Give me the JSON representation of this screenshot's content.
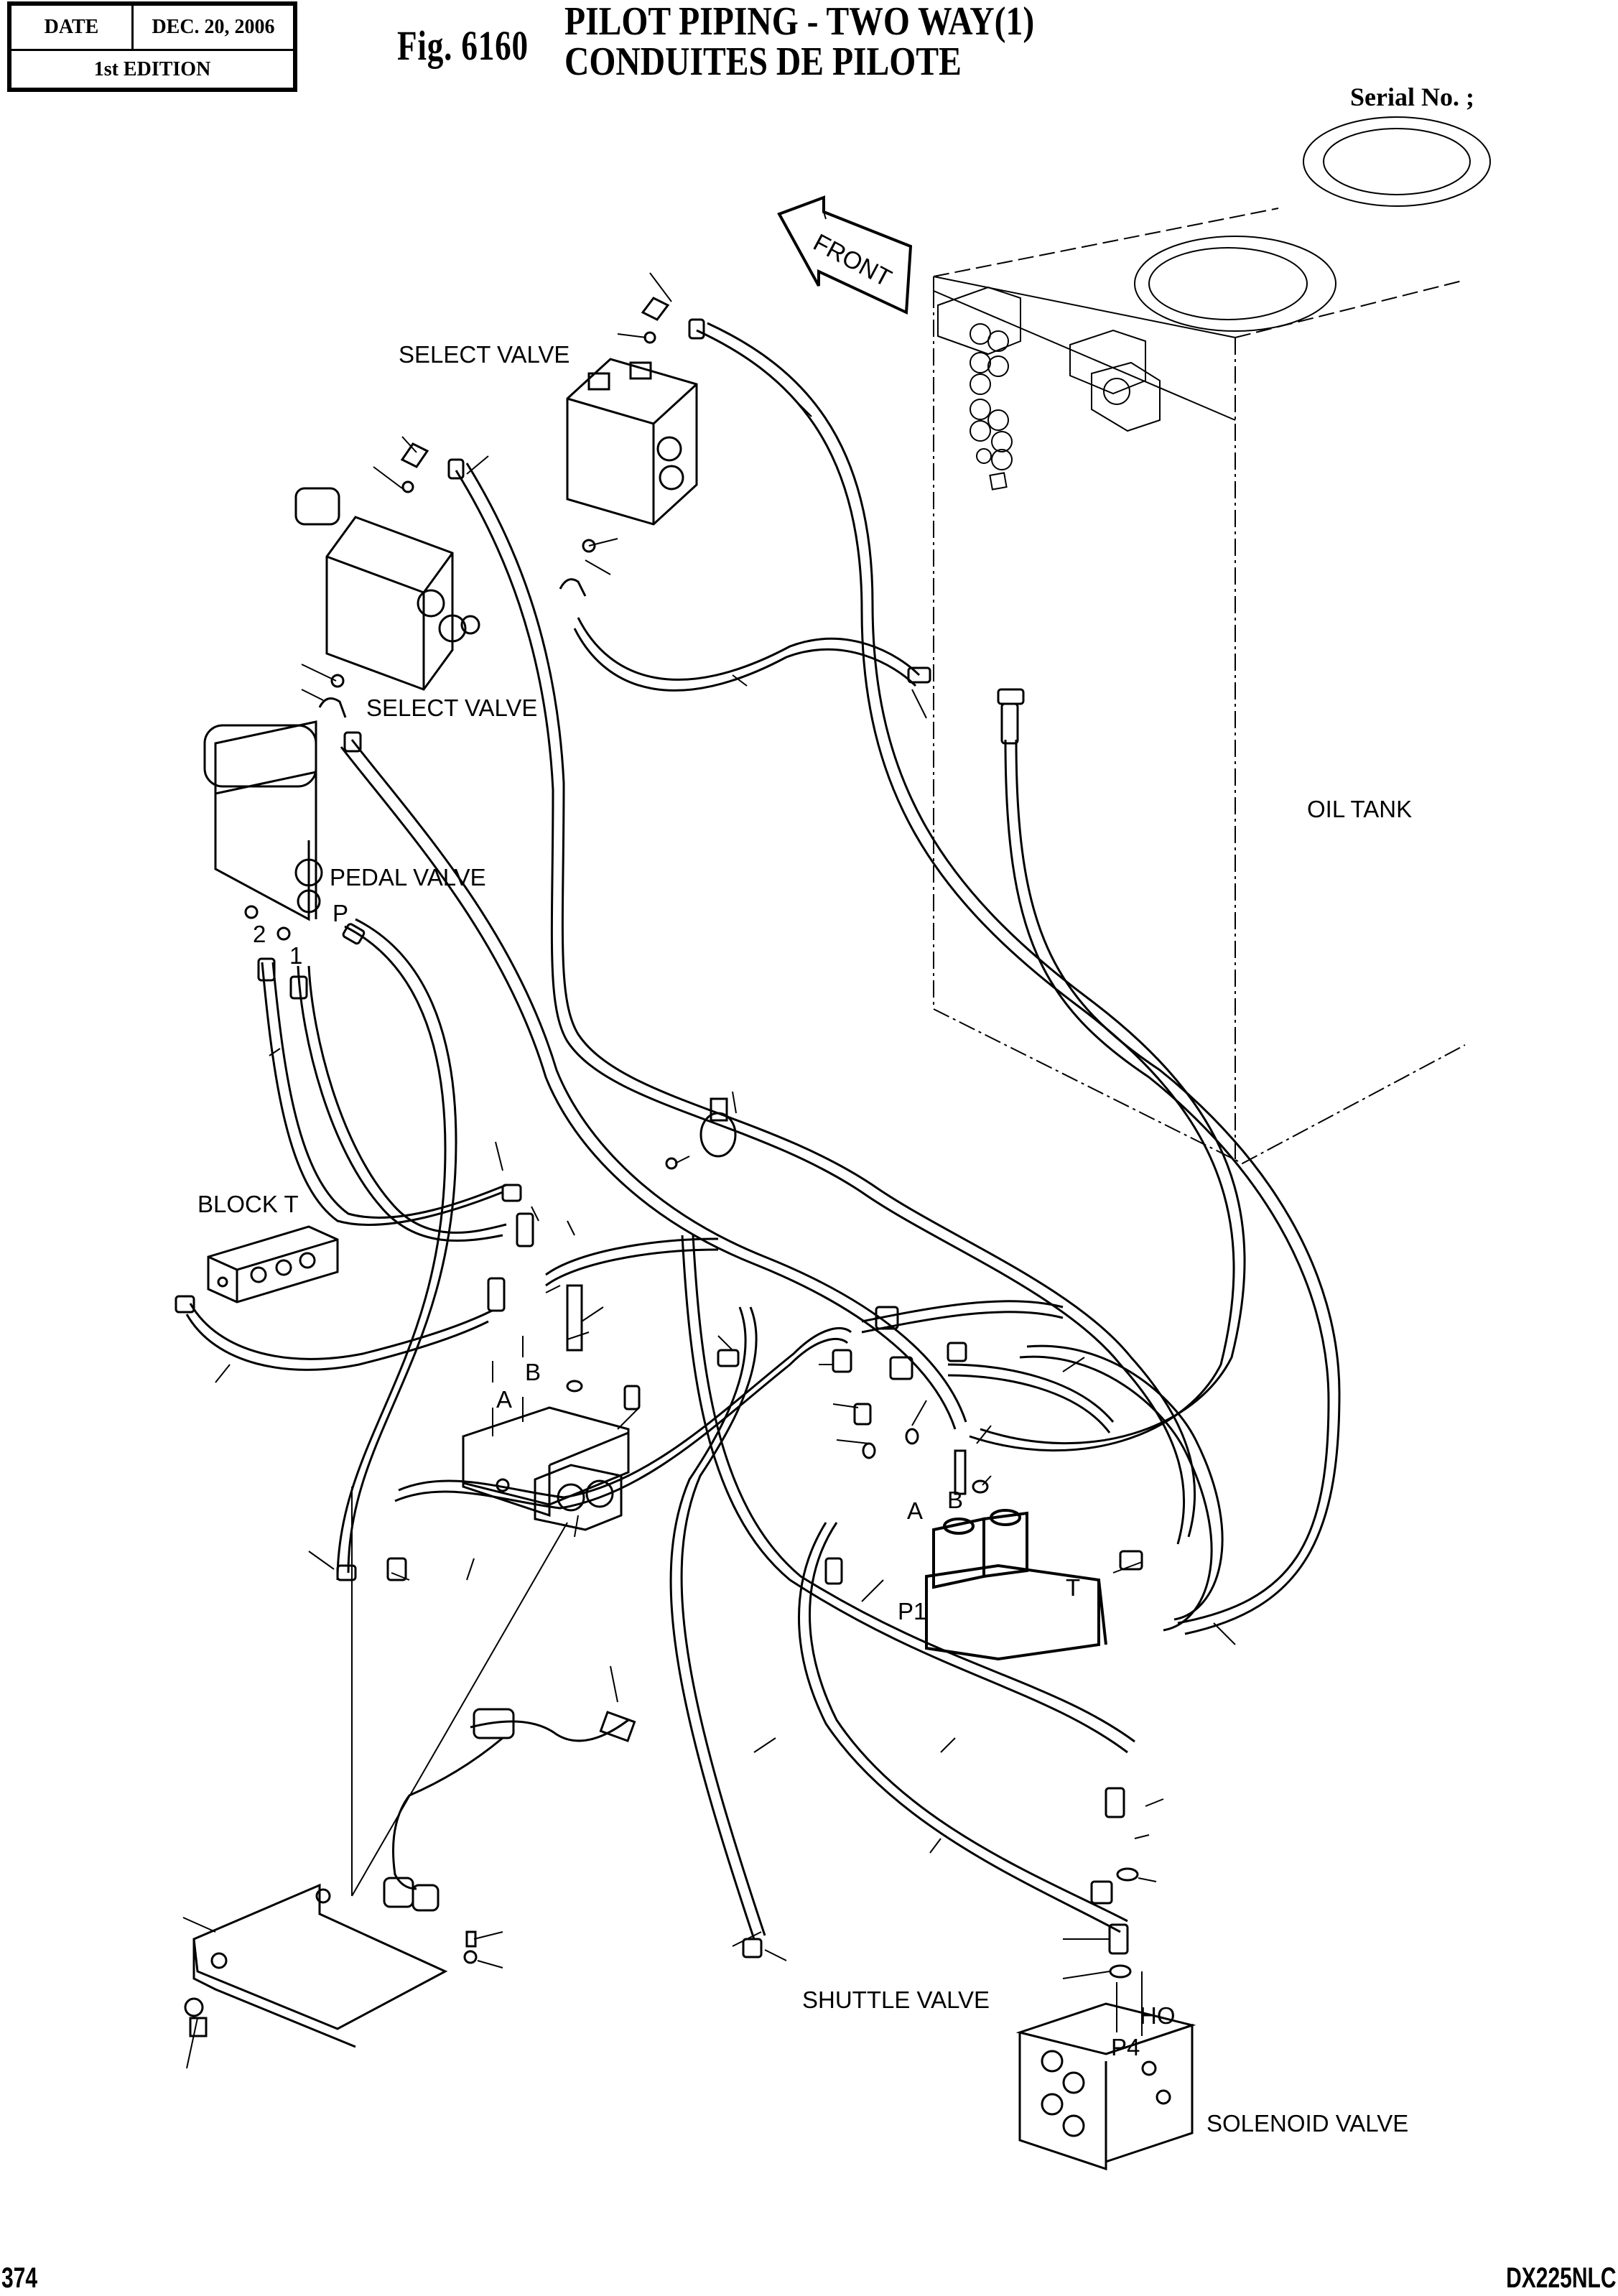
{
  "header": {
    "date_label": "DATE",
    "date_value": "DEC. 20, 2006",
    "edition": "1st EDITION",
    "figure_number": "Fig. 6160",
    "title_line1": "PILOT PIPING - TWO WAY(1)",
    "title_line2": "CONDUITES DE PILOTE",
    "serial": "Serial No. ;"
  },
  "footer": {
    "page_number": "374",
    "model": "DX225NLC"
  },
  "diagram": {
    "direction_arrow": "FRONT",
    "labels": {
      "select_valve_top": "SELECT VALVE",
      "select_valve_middle": "SELECT VALVE",
      "pedal_valve": "PEDAL VALVE",
      "pedal_port_p": "P",
      "pedal_port_2": "2",
      "pedal_port_1": "1",
      "oil_tank": "OIL TANK",
      "block_t": "BLOCK T",
      "port_a_left": "A",
      "port_b_left": "B",
      "port_a_right": "A",
      "port_b_right": "B",
      "port_t": "T",
      "port_p1": "P1",
      "shuttle_valve": "SHUTTLE VALVE",
      "port_ho": "HO",
      "port_p4": "P4",
      "solenoid_valve": "SOLENOID VALVE"
    }
  }
}
